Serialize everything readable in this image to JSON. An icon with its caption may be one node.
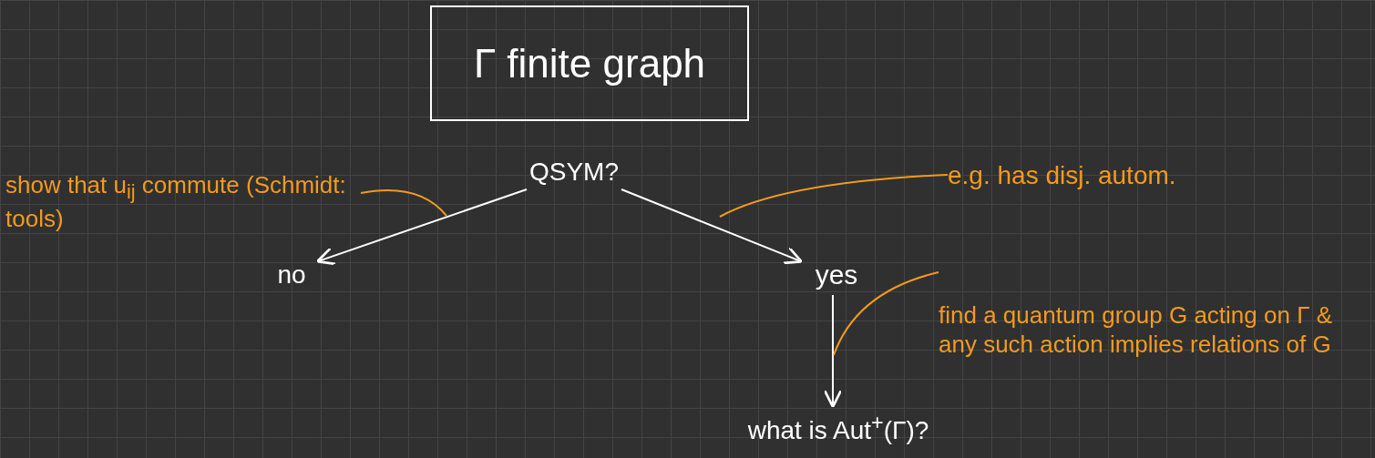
{
  "diagram": {
    "nodes": [
      {
        "text": [
          "Γ finite graph"
        ]
      },
      {
        "text": [
          "QSYM?"
        ]
      },
      {
        "text": [
          "no"
        ]
      },
      {
        "text": [
          "yes"
        ]
      },
      {
        "text": [
          "what is Aut$^{+}$(Γ)?"
        ]
      },
      {
        "text": [
          "show that u$_{ij}$ commute (Schmidt: tools)"
        ]
      },
      {
        "text": [
          "e.g. has disj. autom."
        ]
      },
      {
        "text": [
          "find a quantum group G acting on Γ & any such action implies relations of G"
        ]
      }
    ],
    "edges": [
      {
        "from": 1,
        "to": 2,
        "arrow": "to"
      },
      {
        "from": 1,
        "to": 3,
        "arrow": "to"
      },
      {
        "from": 3,
        "to": 4,
        "arrow": "to"
      },
      {
        "from": 5,
        "to": null,
        "arrow": "none",
        "color": "#f39a1e"
      },
      {
        "from": 6,
        "to": null,
        "arrow": "none",
        "color": "#f39a1e"
      },
      {
        "from": 7,
        "to": null,
        "arrow": "none",
        "color": "#f39a1e"
      }
    ]
  }
}
